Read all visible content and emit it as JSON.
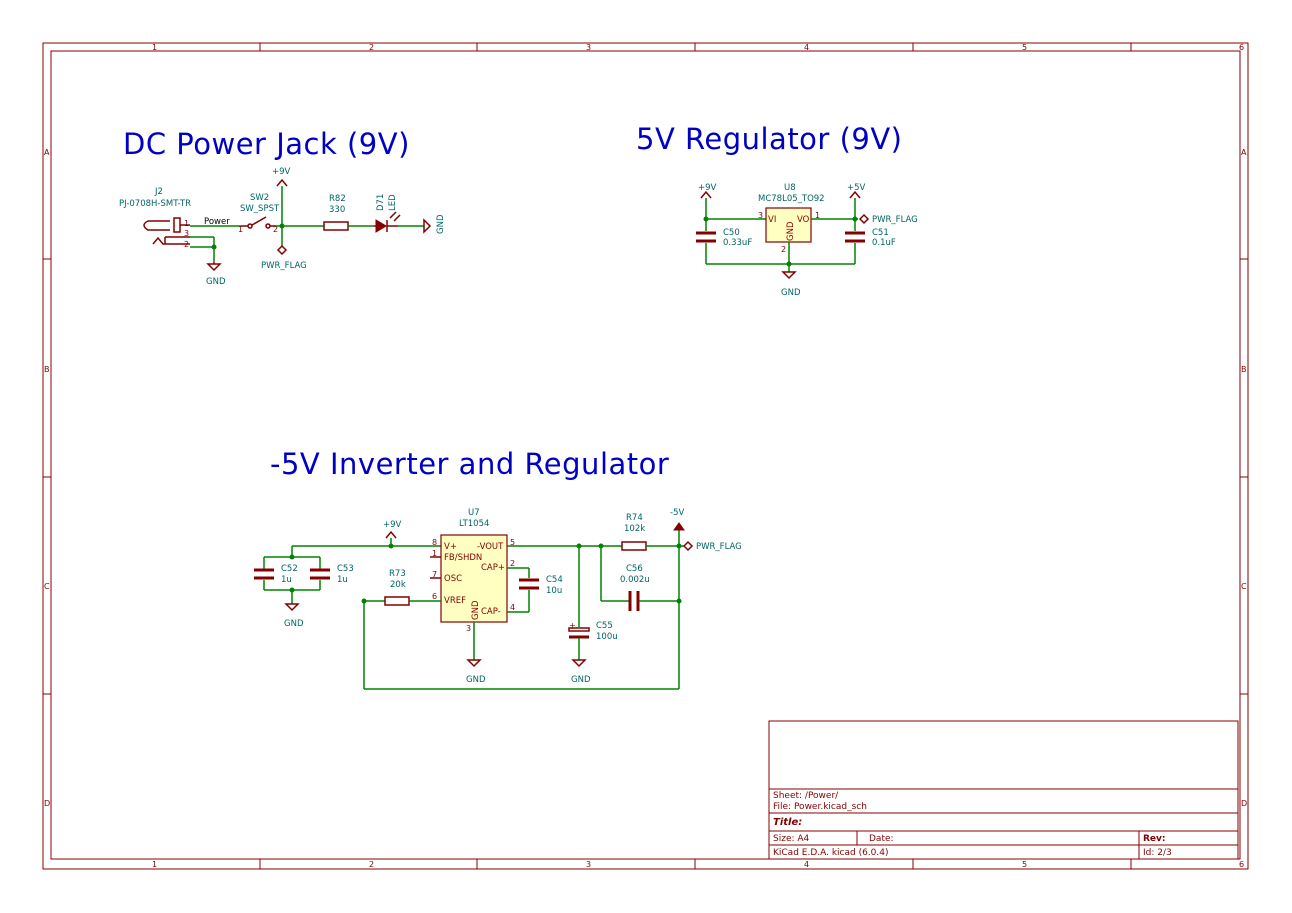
{
  "frame": {
    "columns": [
      "1",
      "2",
      "3",
      "4",
      "5",
      "6"
    ],
    "rows": [
      "A",
      "B",
      "C",
      "D"
    ]
  },
  "sections": {
    "dc_jack": "DC Power Jack (9V)",
    "regulator": "5V Regulator (9V)",
    "inverter": "-5V Inverter and Regulator"
  },
  "dc_jack": {
    "j2_ref": "J2",
    "j2_value": "PJ-0708H-SMT-TR",
    "net_power": "Power",
    "pin1": "1",
    "pin2": "2",
    "pin3": "3",
    "gnd": "GND",
    "sw2_ref": "SW2",
    "sw2_value": "SW_SPST",
    "sw_pin1": "1",
    "sw_pin2": "2",
    "vplus": "+9V",
    "pwr_flag": "PWR_FLAG",
    "r82_ref": "R82",
    "r82_value": "330",
    "d71_ref": "D71",
    "d71_value": "LED",
    "gnd_right": "GND"
  },
  "regulator": {
    "vin": "+9V",
    "u8_ref": "U8",
    "u8_value": "MC78L05_TO92",
    "vout": "+5V",
    "pwr_flag": "PWR_FLAG",
    "pin_vi": "VI",
    "pin_vo": "VO",
    "pin_gnd": "GND",
    "pin3": "3",
    "pin1": "1",
    "pin2": "2",
    "c50_ref": "C50",
    "c50_value": "0.33uF",
    "c51_ref": "C51",
    "c51_value": "0.1uF",
    "gnd": "GND"
  },
  "inverter": {
    "vin": "+9V",
    "u7_ref": "U7",
    "u7_value": "LT1054",
    "pins": {
      "vplus": "V+",
      "fb": "FB/SHDN",
      "osc": "OSC",
      "vref": "VREF",
      "vout": "-VOUT",
      "capp": "CAP+",
      "capm": "CAP-",
      "gnd": "GND",
      "n8": "8",
      "n1": "1",
      "n7": "7",
      "n6": "6",
      "n5": "5",
      "n2": "2",
      "n4": "4",
      "n3": "3"
    },
    "c52_ref": "C52",
    "c52_value": "1u",
    "c53_ref": "C53",
    "c53_value": "1u",
    "r73_ref": "R73",
    "r73_value": "20k",
    "c54_ref": "C54",
    "c54_value": "10u",
    "c55_ref": "C55",
    "c55_value": "100u",
    "c56_ref": "C56",
    "c56_value": "0.002u",
    "r74_ref": "R74",
    "r74_value": "102k",
    "vneg": "-5V",
    "pwr_flag": "PWR_FLAG",
    "gnd_left": "GND",
    "gnd_mid": "GND",
    "gnd_right": "GND"
  },
  "title_block": {
    "sheet": "Sheet: /Power/",
    "file": "File: Power.kicad_sch",
    "title": "Title:",
    "size": "Size: A4",
    "date": "Date:",
    "rev": "Rev:",
    "tool": "KiCad E.D.A.  kicad (6.0.4)",
    "id": "Id: 2/3"
  }
}
